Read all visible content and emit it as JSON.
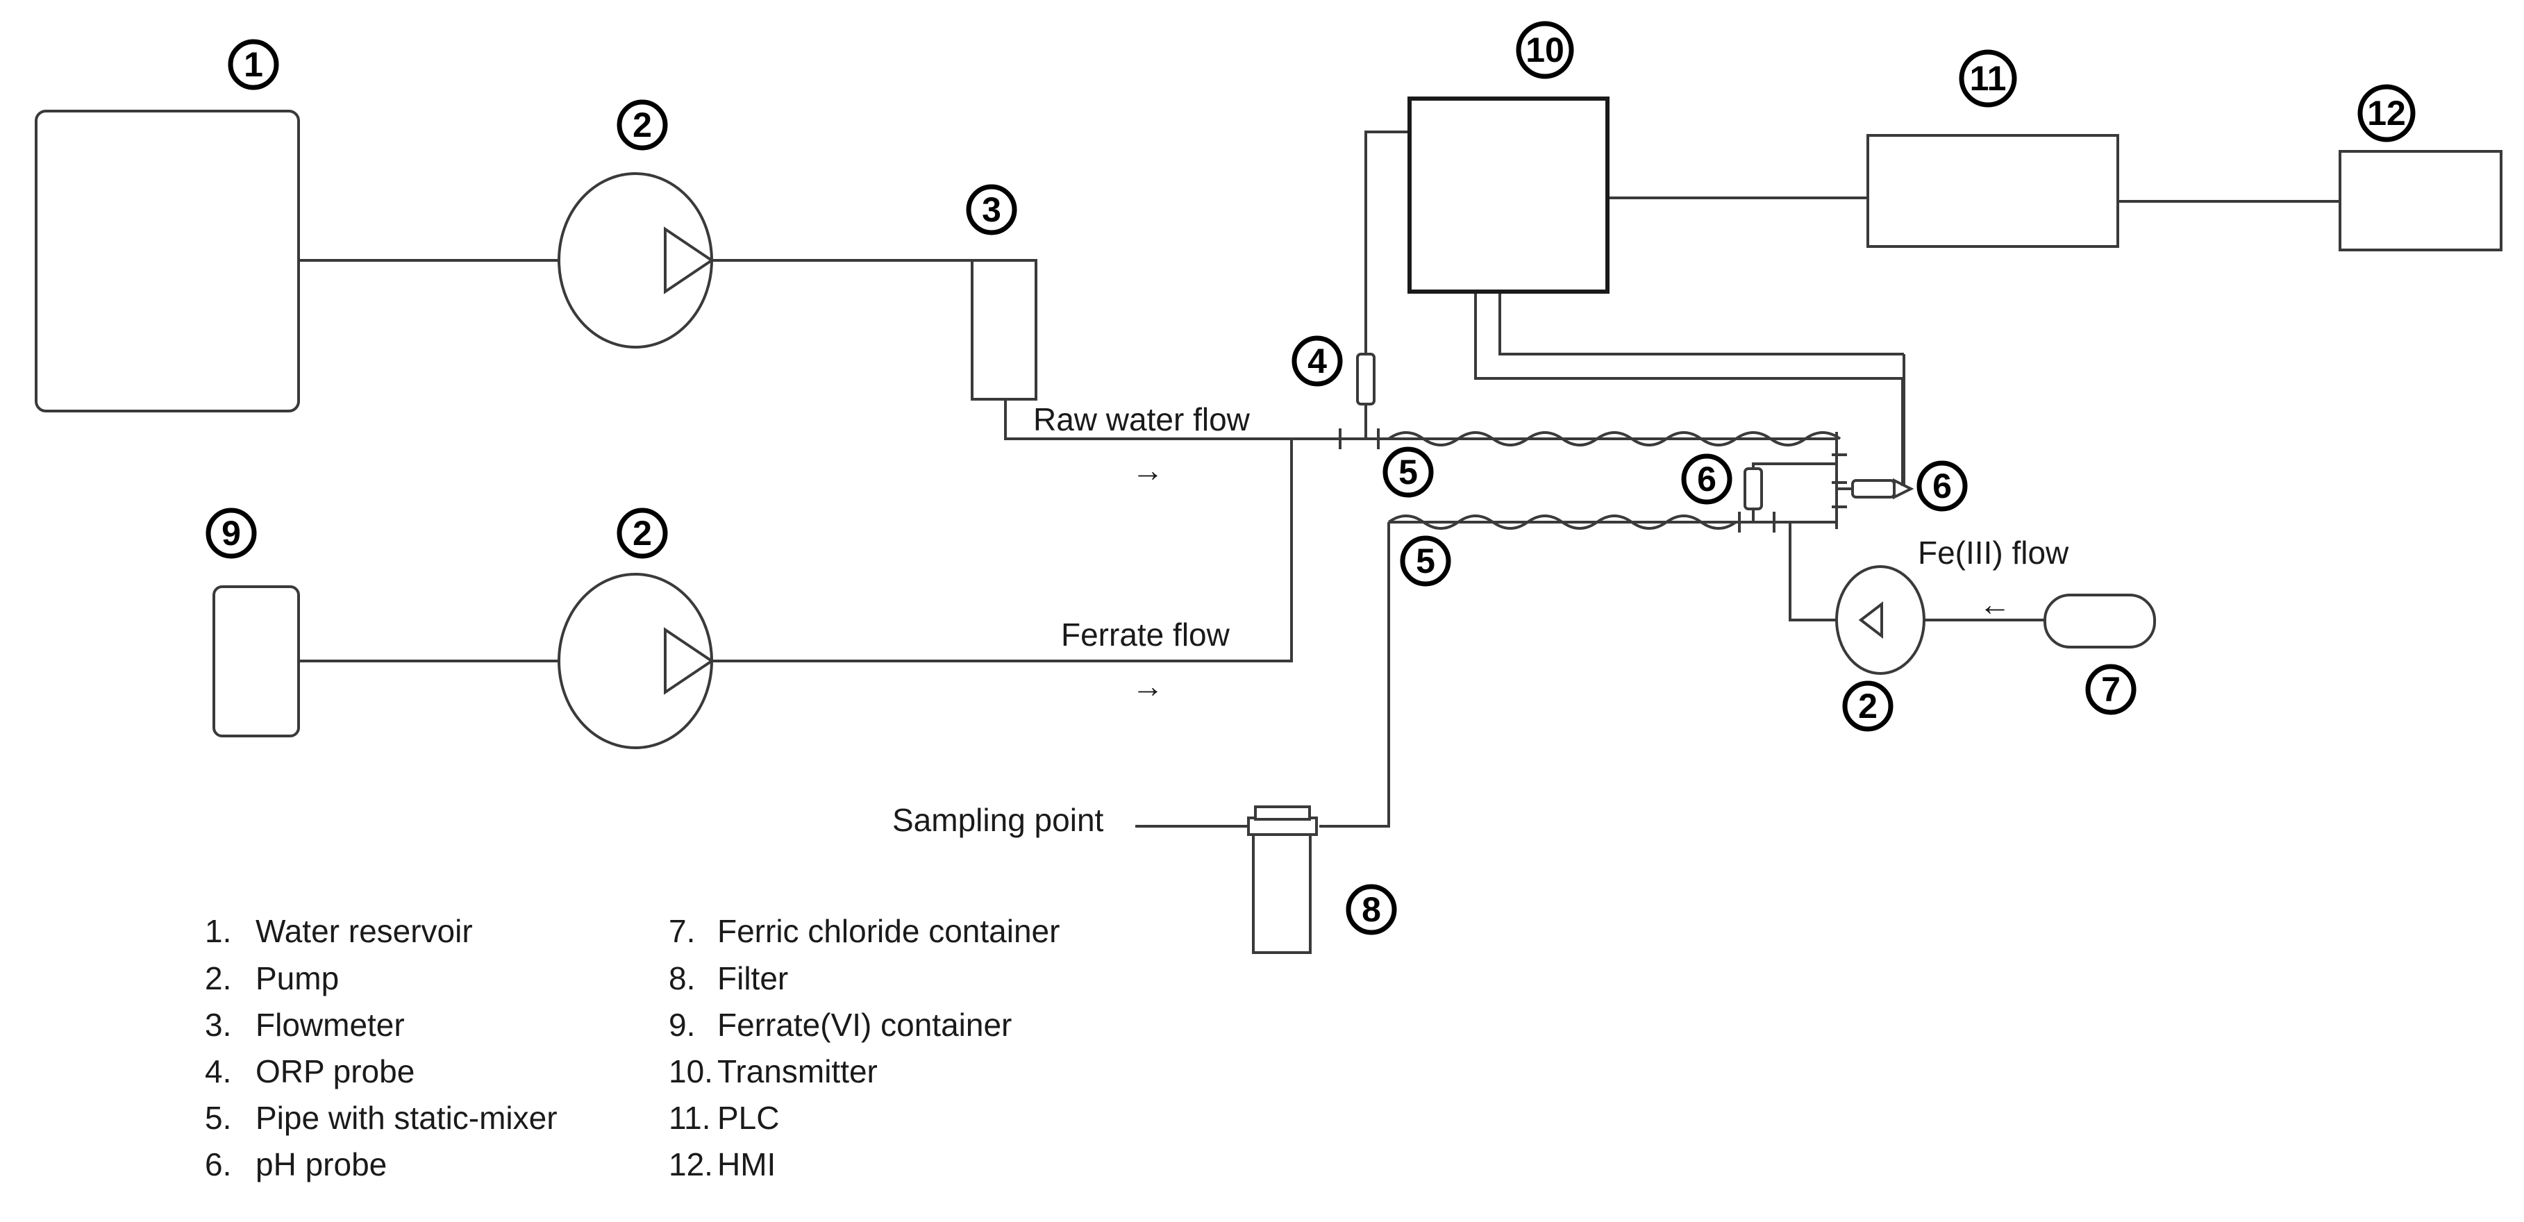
{
  "badges": {
    "b1": "1",
    "b2a": "2",
    "b2b": "2",
    "b2c": "2",
    "b3": "3",
    "b4": "4",
    "b5a": "5",
    "b5b": "5",
    "b6a": "6",
    "b6b": "6",
    "b7": "7",
    "b8": "8",
    "b9": "9",
    "b10": "10",
    "b11": "11",
    "b12": "12"
  },
  "labels": {
    "raw_water_flow": "Raw water flow",
    "ferrate_flow": "Ferrate flow",
    "fe3_flow": "Fe(III) flow",
    "sampling_point": "Sampling point",
    "arrow_right": "→",
    "arrow_left": "←"
  },
  "legend": [
    {
      "num": "1.",
      "text": "Water reservoir"
    },
    {
      "num": "2.",
      "text": "Pump"
    },
    {
      "num": "3.",
      "text": "Flowmeter"
    },
    {
      "num": "4.",
      "text": "ORP probe"
    },
    {
      "num": "5.",
      "text": "Pipe with static-mixer"
    },
    {
      "num": "6.",
      "text": "pH probe"
    },
    {
      "num": "7.",
      "text": "Ferric chloride container"
    },
    {
      "num": "8.",
      "text": "Filter"
    },
    {
      "num": "9.",
      "text": "Ferrate(VI) container"
    },
    {
      "num": "10.",
      "text": "Transmitter"
    },
    {
      "num": "11.",
      "text": "PLC"
    },
    {
      "num": "12.",
      "text": "HMI"
    }
  ]
}
